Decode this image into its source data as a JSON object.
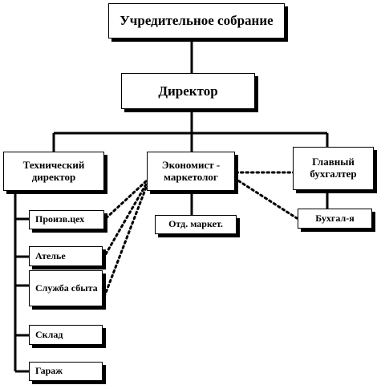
{
  "diagram": {
    "root": "Учредительное собрание",
    "director": "Директор",
    "tech_director": "Технический директор",
    "economist": "Экономист - маркетолог",
    "chief_accountant": "Главный бухгалтер",
    "tech_children": [
      "Произв.цех",
      "Ателье",
      "Служба сбыта",
      "Склад",
      "Гараж"
    ],
    "marketing_dept": "Отд. маркет.",
    "accounting": "Бухгал-я"
  }
}
